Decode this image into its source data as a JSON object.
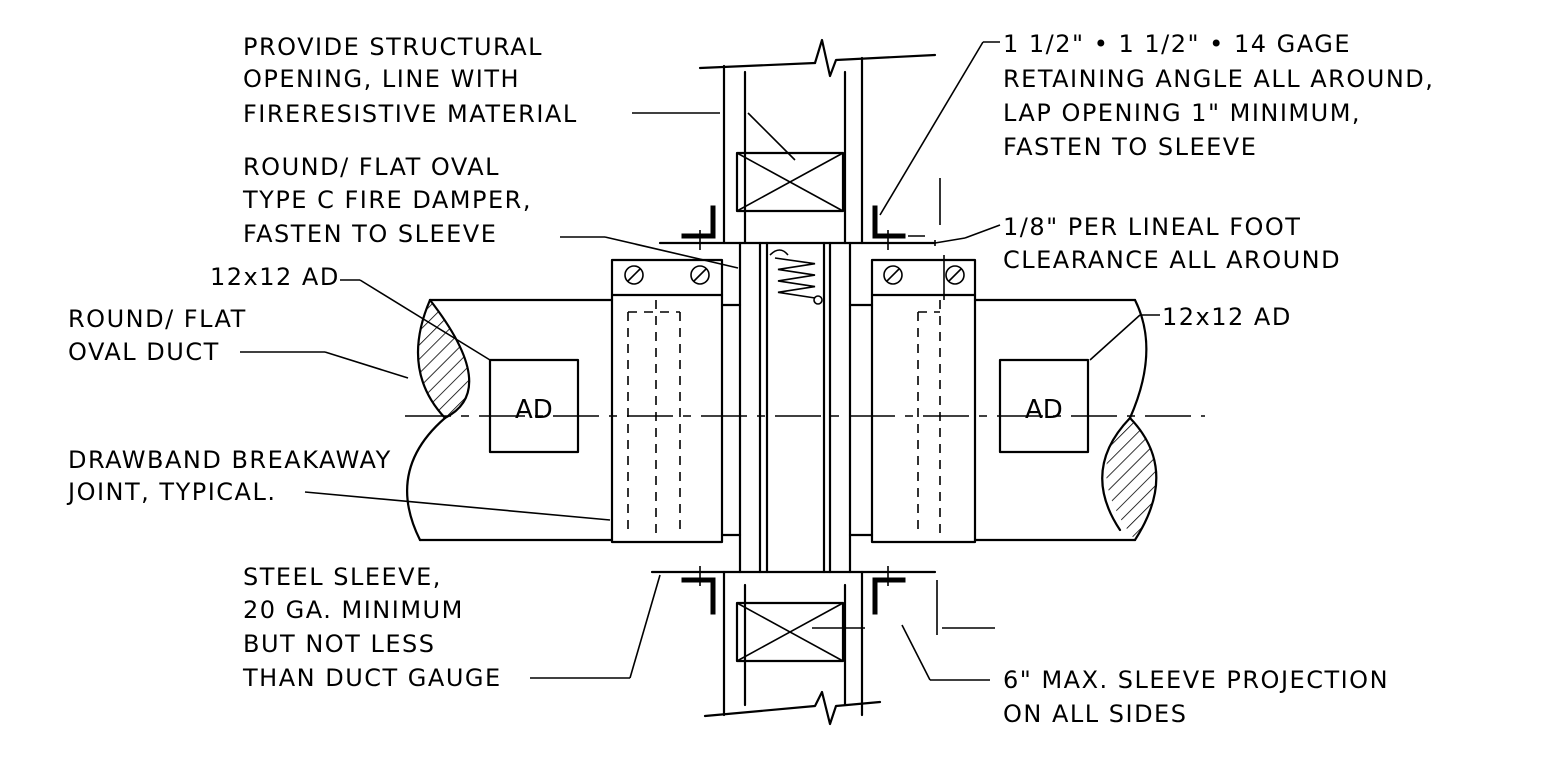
{
  "callouts": {
    "structural_opening": [
      "PROVIDE STRUCTURAL",
      "OPENING, LINE WITH",
      "FIRERESISTIVE MATERIAL"
    ],
    "fire_damper": [
      "ROUND/ FLAT OVAL",
      "TYPE C FIRE DAMPER,",
      "FASTEN TO SLEEVE"
    ],
    "access_door_left": "12x12 AD",
    "duct": [
      "ROUND/ FLAT",
      "OVAL DUCT"
    ],
    "drawband": [
      "DRAWBAND BREAKAWAY",
      "JOINT, TYPICAL."
    ],
    "sleeve": [
      "STEEL SLEEVE,",
      "20 GA. MINIMUM",
      "BUT NOT LESS",
      "THAN DUCT GAUGE"
    ],
    "retaining_angle": [
      "1 1/2\" • 1 1/2\" • 14 GAGE",
      "RETAINING ANGLE ALL AROUND,",
      "LAP OPENING 1\" MINIMUM,",
      "FASTEN TO SLEEVE"
    ],
    "clearance": [
      "1/8\" PER LINEAL FOOT",
      "CLEARANCE ALL AROUND"
    ],
    "access_door_right": "12x12 AD",
    "projection": [
      "6\" MAX. SLEEVE PROJECTION",
      "ON ALL SIDES"
    ]
  },
  "access_door_tag": "AD"
}
